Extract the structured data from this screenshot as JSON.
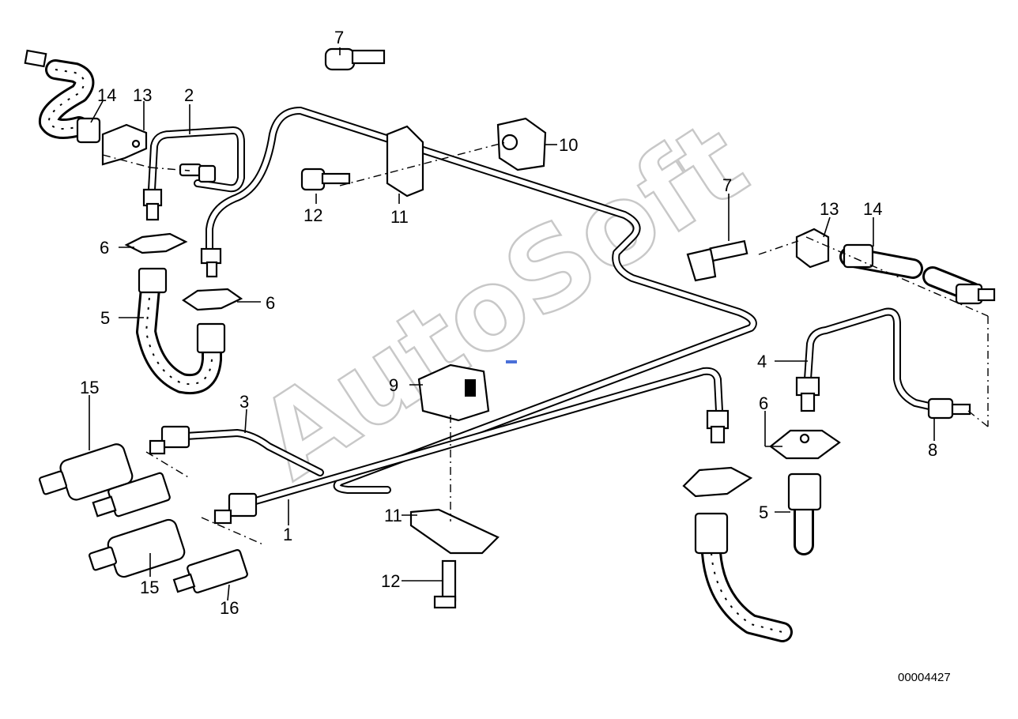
{
  "watermark": "AutoSoft",
  "document_number": "00004427",
  "callouts": {
    "c1": "1",
    "c2": "2",
    "c3": "3",
    "c4": "4",
    "c5_left": "5",
    "c5_right": "5",
    "c6_left_upper": "6",
    "c6_left_lower": "6",
    "c6_right": "6",
    "c7_top": "7",
    "c7_right": "7",
    "c8": "8",
    "c9": "9",
    "c10": "10",
    "c11_top": "11",
    "c11_bottom": "11",
    "c12_top": "12",
    "c12_bottom": "12",
    "c13_left": "13",
    "c13_right": "13",
    "c14_left": "14",
    "c14_right": "14",
    "c15_top": "15",
    "c15_bottom": "15",
    "c16": "16"
  },
  "colors": {
    "ink": "#000000",
    "watermark": "#c8c8c8",
    "marker": "#4a6fd8"
  }
}
